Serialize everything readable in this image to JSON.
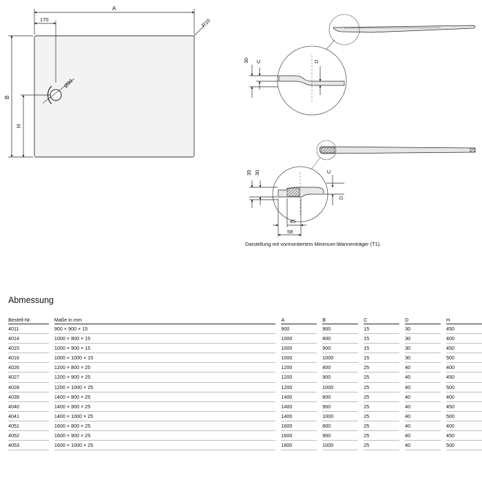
{
  "drawing": {
    "labels": {
      "A": "A",
      "B": "B",
      "H": "H",
      "R10": "R10",
      "d170": "170",
      "d90": "Ø90",
      "d30a": "30",
      "Ca": "C",
      "Da": "D",
      "d35": "35",
      "d30b": "30",
      "Cb": "C",
      "Db": "D",
      "d45": "45",
      "d58": "58"
    },
    "caption": "Darstellung mit vormontiertem Minimum-Wannenträger (T1)."
  },
  "table": {
    "title": "Abmessung",
    "headers": [
      "Bestell-Nr.",
      "Maße in mm",
      "A",
      "B",
      "C",
      "D",
      "H"
    ],
    "rows": [
      [
        "4011",
        "900 × 900 × 15",
        "900",
        "900",
        "15",
        "30",
        "450"
      ],
      [
        "4014",
        "1000 × 800 × 15",
        "1000",
        "800",
        "15",
        "30",
        "400"
      ],
      [
        "4015",
        "1000 × 900 × 15",
        "1000",
        "900",
        "15",
        "30",
        "450"
      ],
      [
        "4016",
        "1000 × 1000 × 15",
        "1000",
        "1000",
        "15",
        "30",
        "500"
      ],
      [
        "4026",
        "1200 × 800 × 25",
        "1200",
        "800",
        "25",
        "40",
        "400"
      ],
      [
        "4027",
        "1200 × 900 × 25",
        "1200",
        "900",
        "25",
        "40",
        "450"
      ],
      [
        "4028",
        "1200 × 1000 × 25",
        "1200",
        "1000",
        "25",
        "40",
        "500"
      ],
      [
        "4039",
        "1400 × 800 × 25",
        "1400",
        "800",
        "25",
        "40",
        "400"
      ],
      [
        "4040",
        "1400 × 900 × 25",
        "1400",
        "900",
        "25",
        "40",
        "450"
      ],
      [
        "4041",
        "1400 × 1000 × 25",
        "1400",
        "1000",
        "25",
        "40",
        "500"
      ],
      [
        "4051",
        "1600 × 800 × 25",
        "1600",
        "800",
        "25",
        "40",
        "400"
      ],
      [
        "4052",
        "1600 × 900 × 25",
        "1600",
        "900",
        "25",
        "40",
        "450"
      ],
      [
        "4053",
        "1600 × 1000 × 25",
        "1600",
        "1000",
        "25",
        "40",
        "500"
      ]
    ]
  }
}
